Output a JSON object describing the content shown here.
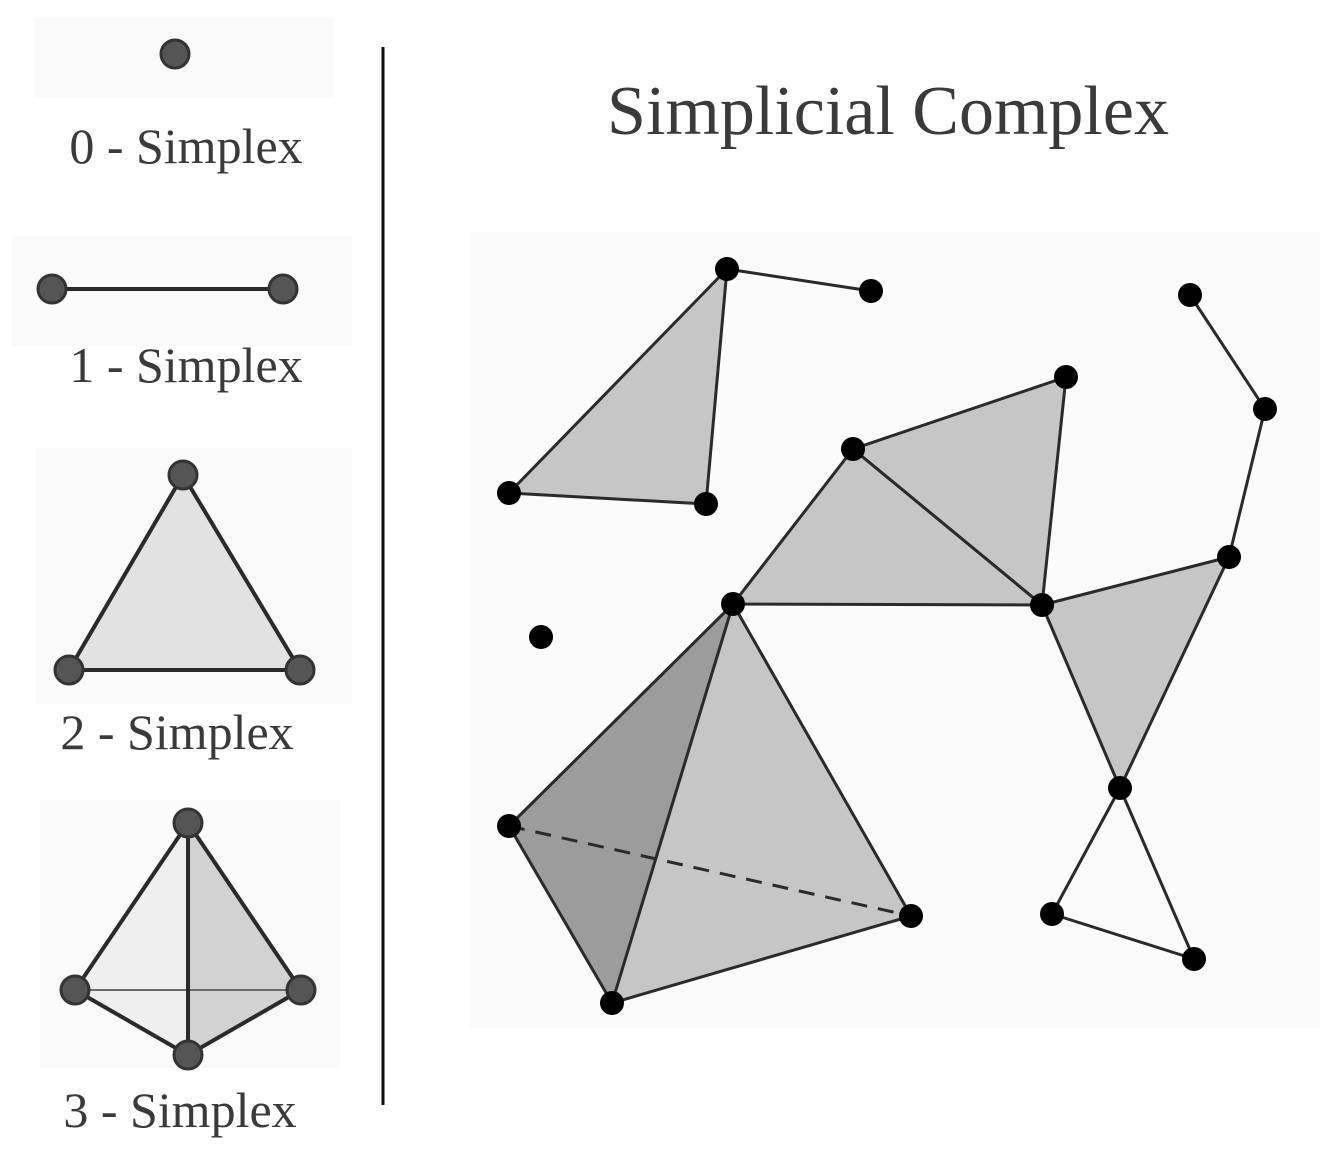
{
  "diagram": {
    "title": "Simplicial Complex",
    "legend": [
      {
        "key": "s0",
        "label": "0 - Simplex"
      },
      {
        "key": "s1",
        "label": "1 - Simplex"
      },
      {
        "key": "s2",
        "label": "2 - Simplex"
      },
      {
        "key": "s3",
        "label": "3 - Simplex"
      }
    ],
    "colors": {
      "text": "#3a3a3a",
      "edge": "#2a2a2a",
      "vertex": "#000000",
      "legend_vertex": "#555555",
      "face_light": "#c6c6c6",
      "face_dark": "#9c9c9c",
      "legend_face": "#e2e2e2"
    }
  }
}
